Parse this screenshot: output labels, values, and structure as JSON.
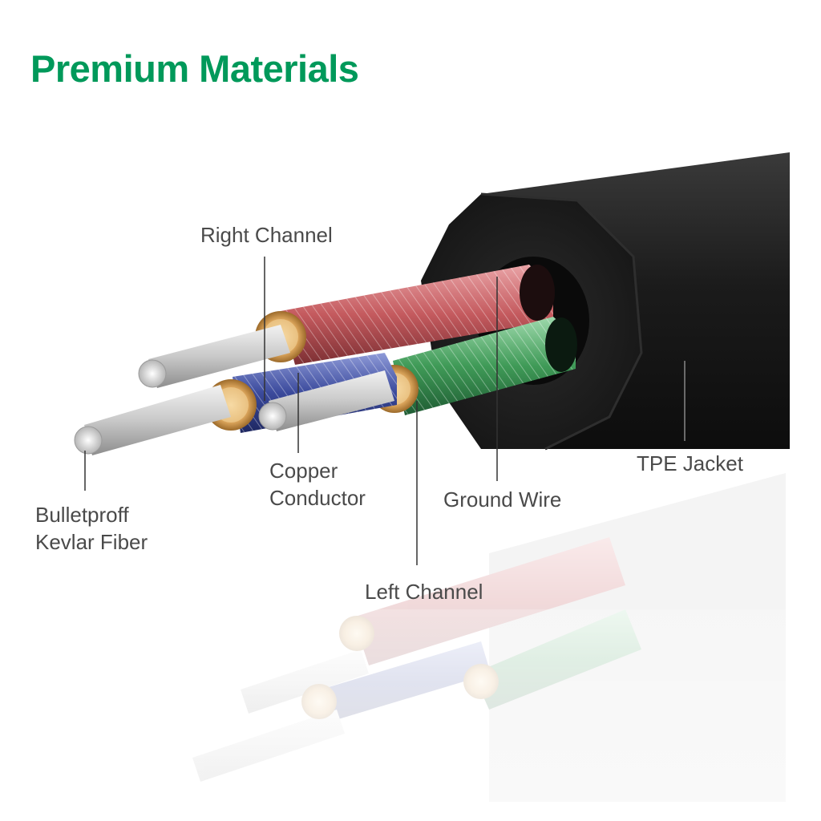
{
  "title": "Premium Materials",
  "colors": {
    "title": "#00995a",
    "jacket": "#1a1a1a",
    "right_channel": "#c45a5e",
    "left_channel": "#3f9a57",
    "blue_core": "#3b4a9c",
    "copper": "#d3a25a",
    "kevlar": "#c8c8c8",
    "leader_line": "#333333"
  },
  "labels": {
    "right_channel": "Right Channel",
    "copper_conductor": [
      "Copper",
      "Conductor"
    ],
    "kevlar_fiber": [
      "Bulletproff",
      "Kevlar Fiber"
    ],
    "ground_wire": "Ground Wire",
    "tpe_jacket": "TPE Jacket",
    "left_channel": "Left Channel"
  }
}
